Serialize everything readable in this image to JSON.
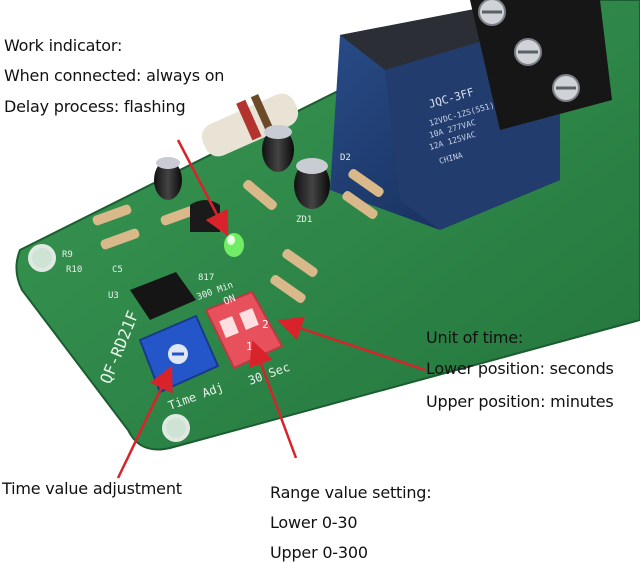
{
  "annotations": {
    "work_indicator": {
      "title": "Work indicator:",
      "line1": "When connected: always on",
      "line2": "Delay process: flashing"
    },
    "unit_of_time": {
      "title": "Unit of time:",
      "line1": "Lower position: seconds",
      "line2": "Upper position: minutes"
    },
    "time_value": {
      "title": "Time value adjustment"
    },
    "range_value": {
      "title": "Range value setting:",
      "line1": "Lower 0-30",
      "line2": "Upper 0-300"
    }
  },
  "board": {
    "model": "QF-RD21F",
    "relay_model": "JQC-3FF",
    "relay_rating1": "12VDC-1ZS(551)",
    "relay_rating2": "10A 277VAC",
    "relay_rating3": "12A 125VAC",
    "relay_origin": "CHINA",
    "time_adj": "Time Adj",
    "sec": "30 Sec",
    "dip_on": "ON",
    "dip_1": "1",
    "dip_2": "2",
    "min": "300 Min",
    "silk_r9": "R9",
    "silk_r10": "R10",
    "silk_c5": "C5",
    "silk_u3": "U3",
    "silk_d2": "D2",
    "silk_zd1": "ZD1",
    "silk_817": "817"
  },
  "colors": {
    "pcb": "#2f8a4a",
    "pcb_dark": "#1f6a36",
    "relay": "#1c3a6b",
    "relay_top": "#24262a",
    "dip": "#e8505b",
    "pot": "#2456c9",
    "terminal": "#1a1a1a",
    "arrow": "#d8232a",
    "led": "#7cff6a"
  }
}
